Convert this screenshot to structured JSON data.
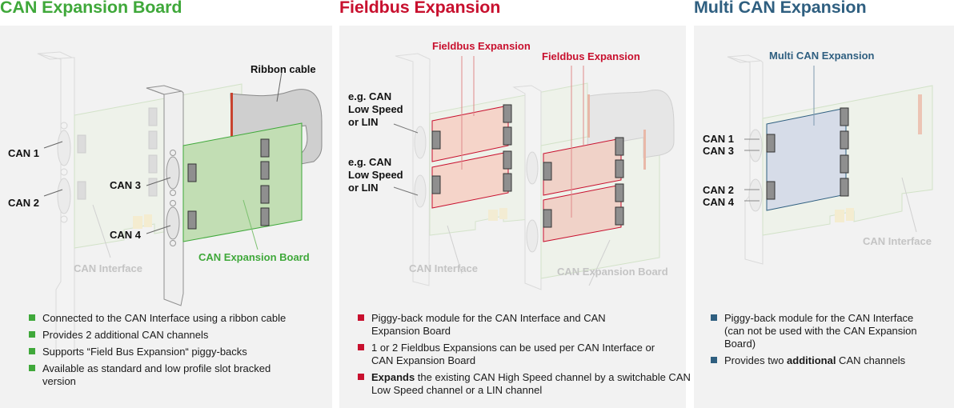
{
  "colors": {
    "green": "#3fa83a",
    "red": "#c8102e",
    "blue": "#2f5f80",
    "faded_label": "#c4c4c4",
    "panel_bg": "#f2f2f2"
  },
  "panels": [
    {
      "title": "CAN Expansion Board",
      "diagram_labels": {
        "ribbon_cable": "Ribbon cable",
        "can1": "CAN 1",
        "can2": "CAN 2",
        "can3": "CAN 3",
        "can4": "CAN 4",
        "can_interface": "CAN Interface",
        "can_expansion_board": "CAN Expansion Board"
      },
      "bullets": [
        {
          "bold": "",
          "text": "Connected to the CAN Interface using a ribbon cable"
        },
        {
          "bold": "",
          "text": "Provides 2 additional CAN channels"
        },
        {
          "bold": "",
          "text": "Supports “Field Bus Expansion“ piggy-backs"
        },
        {
          "bold": "",
          "text": "Available as standard and low profile slot bracked version"
        }
      ]
    },
    {
      "title": "Fieldbus Expansion",
      "diagram_labels": {
        "fieldbus_expansion_1": "Fieldbus Expansion",
        "fieldbus_expansion_2": "Fieldbus Expansion",
        "eg_can_1": [
          "e.g. CAN",
          "Low Speed",
          "or LIN"
        ],
        "eg_can_2": [
          "e.g. CAN",
          "Low Speed",
          "or LIN"
        ],
        "can_interface": "CAN Interface",
        "can_expansion_board": "CAN Expansion Board"
      },
      "bullets": [
        {
          "bold": "",
          "text": "Piggy-back module for the CAN Interface and CAN Expansion Board"
        },
        {
          "bold": "",
          "text": "1 or 2 Fieldbus Expansions can be used per CAN Interface or CAN Expansion Board"
        },
        {
          "bold": "Expands",
          "text": " the existing CAN High Speed channel by a switchable CAN Low Speed channel or a LIN channel"
        }
      ]
    },
    {
      "title": "Multi CAN Expansion",
      "diagram_labels": {
        "multi_can_expansion": "Multi CAN Expansion",
        "can1": "CAN 1",
        "can3": "CAN 3",
        "can2": "CAN 2",
        "can4": "CAN 4",
        "can_interface": "CAN Interface"
      },
      "bullets": [
        {
          "bold": "",
          "text": "Piggy-back module for the CAN Interface (can not be used with the CAN Expansion Board)"
        },
        {
          "pre": "Provides two ",
          "bold": "additional",
          "text": " CAN channels"
        }
      ]
    }
  ]
}
